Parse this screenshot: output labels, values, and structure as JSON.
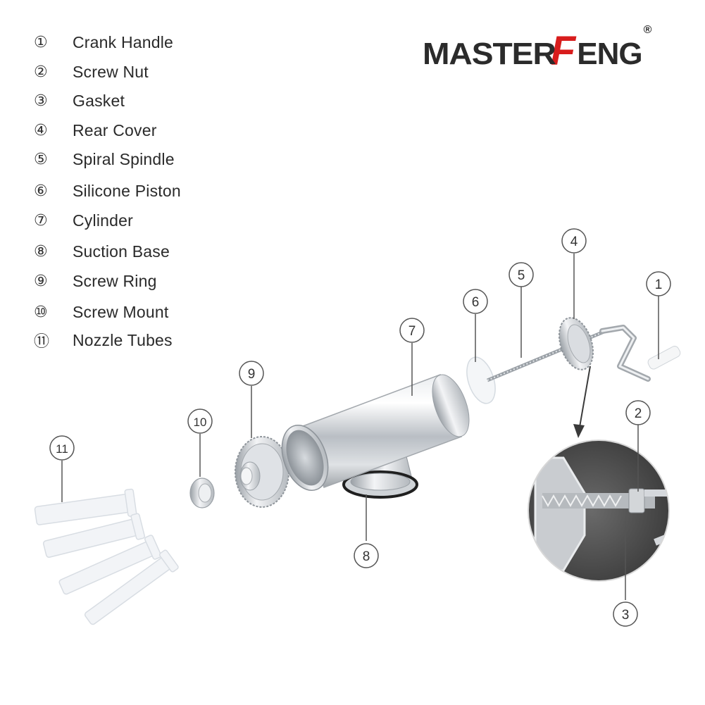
{
  "legend": {
    "items": [
      {
        "num": "①",
        "label": "Crank Handle"
      },
      {
        "num": "②",
        "label": "Screw Nut"
      },
      {
        "num": "③",
        "label": "Gasket"
      },
      {
        "num": "④",
        "label": "Rear Cover"
      },
      {
        "num": "⑤",
        "label": "Spiral Spindle"
      },
      {
        "num": "⑥",
        "label": "Silicone Piston"
      },
      {
        "num": "⑦",
        "label": "Cylinder"
      },
      {
        "num": "⑧",
        "label": "Suction Base"
      },
      {
        "num": "⑨",
        "label": "Screw Ring"
      },
      {
        "num": "⑩",
        "label": "Screw Mount"
      },
      {
        "num": "⑪",
        "label": "Nozzle Tubes"
      }
    ]
  },
  "logo": {
    "part_a": "MASTER",
    "part_f": "F",
    "part_b": "ENG",
    "registered": "®",
    "colors": {
      "dark": "#2b2b2b",
      "accent": "#d81c1c"
    }
  },
  "callouts": {
    "c1": "1",
    "c2": "2",
    "c3": "3",
    "c4": "4",
    "c5": "5",
    "c6": "6",
    "c7": "7",
    "c8": "8",
    "c9": "9",
    "c10": "10",
    "c11": "11"
  }
}
